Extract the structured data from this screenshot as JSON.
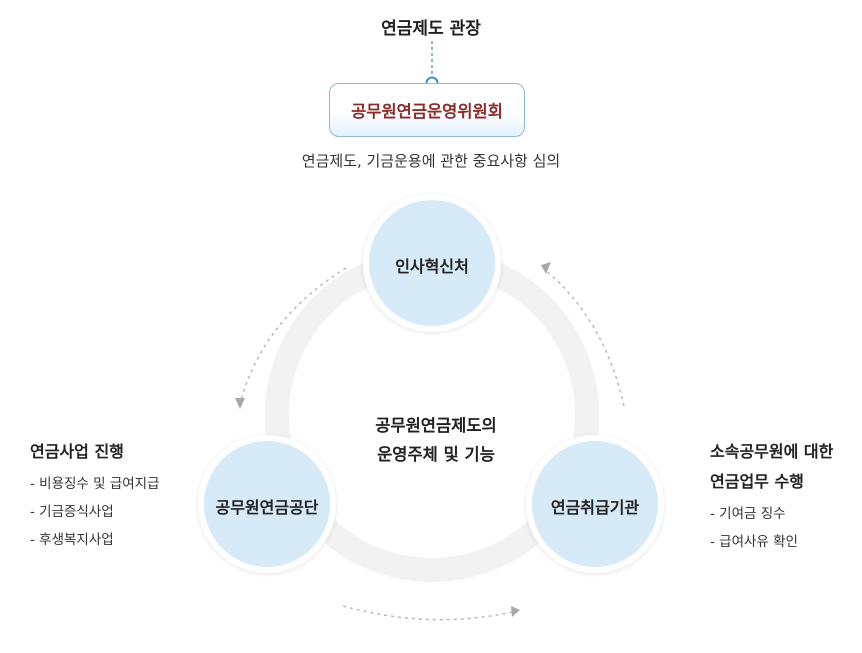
{
  "top_title": "연금제도 관장",
  "committee": {
    "name": "공무원연금운영위원회",
    "description": "연금제도, 기금운용에 관한 중요사항 심의"
  },
  "center": {
    "line1": "공무원연금제도의",
    "line2": "운영주체 및 기능"
  },
  "nodes": {
    "top": "인사혁신처",
    "left": "공무원연금공단",
    "right": "연금취급기관"
  },
  "left_panel": {
    "title": "연금사업 진행",
    "items": [
      "- 비용징수 및 급여지급",
      "- 기금증식사업",
      "- 후생복지사업"
    ]
  },
  "right_panel": {
    "title_line1": "소속공무원에 대한",
    "title_line2": "연금업무 수행",
    "items": [
      "- 기여금 징수",
      "- 급여사유 확인"
    ]
  },
  "colors": {
    "node_fill": "#d7eaf8",
    "committee_text": "#8b2b2b",
    "committee_border": "#8fbad3",
    "connector": "#5aa3cc",
    "ring": "#f2f2f2",
    "arrow": "#b5b5b5"
  }
}
